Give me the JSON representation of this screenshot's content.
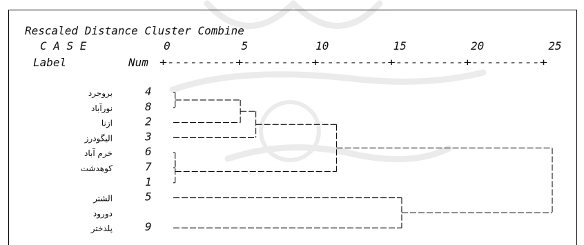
{
  "chart_data": {
    "type": "dendrogram",
    "title": "Rescaled Distance Cluster Combine",
    "header": {
      "case_label": "C A S E",
      "label_col": "Label",
      "num_col": "Num"
    },
    "axis": {
      "ticks": [
        0,
        5,
        10,
        15,
        20,
        25
      ],
      "xlim": [
        0,
        25
      ],
      "ruler": "+---------+---------+---------+---------+---------+"
    },
    "leaves": [
      {
        "label": "بروجرد",
        "num": "4"
      },
      {
        "label": "نورآباد",
        "num": "8"
      },
      {
        "label": "ازنا",
        "num": "2"
      },
      {
        "label": "اليگودرز",
        "num": "3"
      },
      {
        "label": "خرم آباد",
        "num": "6"
      },
      {
        "label": "کوهدشت",
        "num": "7"
      },
      {
        "label": "",
        "num": "1"
      },
      {
        "label": "الشتر",
        "num": "5"
      },
      {
        "label": "دورود",
        "num": ""
      },
      {
        "label": "پلدختر",
        "num": "9"
      }
    ],
    "merges": [
      {
        "children": [
          "L0",
          "L1"
        ],
        "distance": 0.7
      },
      {
        "children": [
          "L4",
          "L5"
        ],
        "distance": 0.7
      },
      {
        "children": [
          "M1",
          "L6"
        ],
        "distance": 0.7
      },
      {
        "children": [
          "M0",
          "L2"
        ],
        "distance": 4.9
      },
      {
        "children": [
          "M3",
          "L3"
        ],
        "distance": 5.9
      },
      {
        "children": [
          "M4",
          "M2"
        ],
        "distance": 11.1
      },
      {
        "children": [
          "L7",
          "L9"
        ],
        "distance": 15.3
      },
      {
        "children": [
          "M5",
          "M6"
        ],
        "distance": 25
      }
    ]
  }
}
